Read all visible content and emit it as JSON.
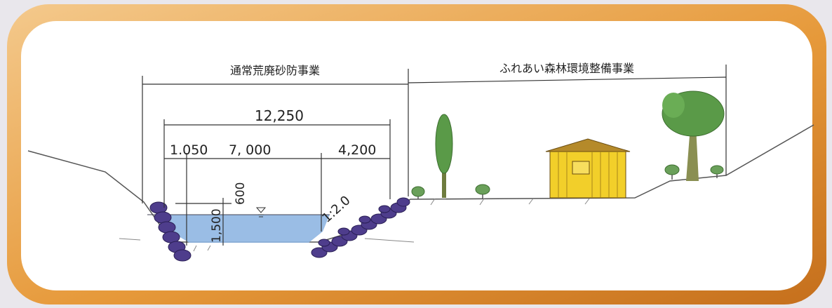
{
  "headings": {
    "left_project": "通常荒廃砂防事業",
    "right_project": "ふれあい森林環境整備事業"
  },
  "dimensions": {
    "overall": "12,250",
    "left_berm": "1.050",
    "channel_width": "7, 000",
    "right_berm": "4,200",
    "freeboard": "600",
    "depth": "1,500",
    "slope": "1:2.0"
  },
  "colors": {
    "frame_orange": "#e39a3a",
    "panel": "#ffffff",
    "water": "#8fb6e2",
    "stones": "#4e3d8c",
    "tree_green": "#5a9a48",
    "hut_yellow": "#f2cf2a"
  }
}
